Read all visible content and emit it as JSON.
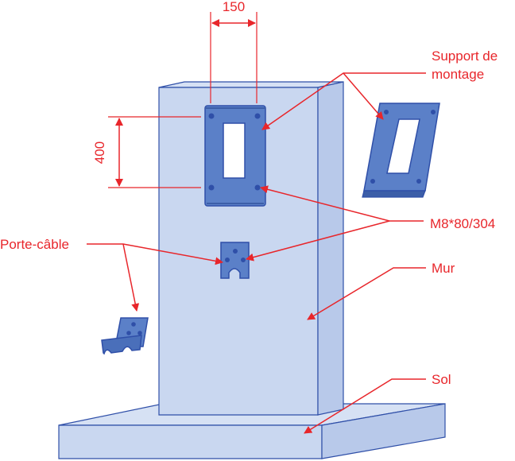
{
  "labels": {
    "support": [
      "Support de",
      "montage"
    ],
    "bolt": "M8*80/304",
    "cable_holder": "Porte-câble",
    "wall": "Mur",
    "floor": "Sol"
  },
  "dimensions": {
    "width": "150",
    "height": "400"
  },
  "colors": {
    "annotation": "#e8262b",
    "wall_front": "#c9d7f0",
    "wall_side": "#b8c9ea",
    "outline": "#2f4fa8",
    "part_fill": "#5b80c8",
    "part_dark": "#3c5ea8"
  }
}
